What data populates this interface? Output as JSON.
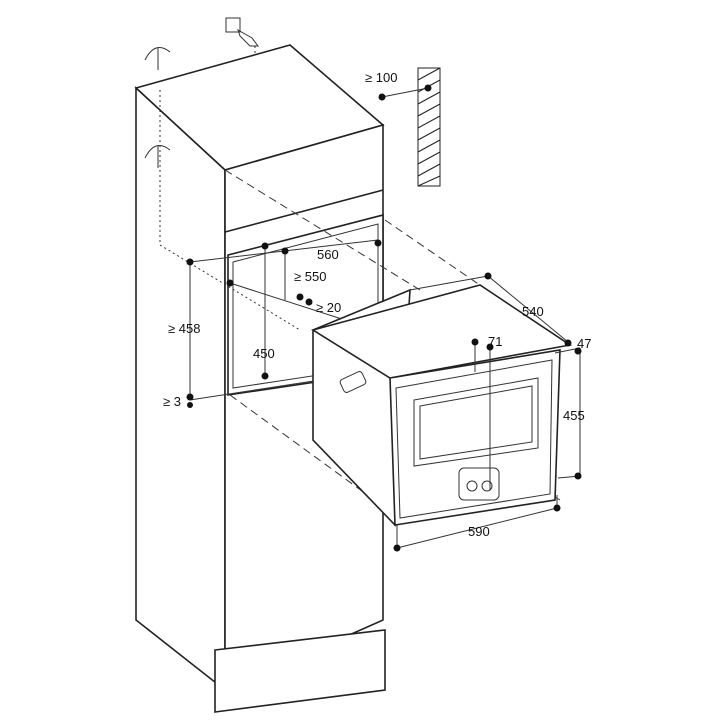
{
  "diagram": {
    "labels": {
      "wall_clearance": "≥ 100",
      "niche_width": "560",
      "niche_depth": "≥ 550",
      "back_gap": "≥ 20",
      "niche_height": "≥ 458",
      "inner_height": "450",
      "bottom_gap": "≥ 3",
      "appliance_depth": "540",
      "front_depth": "47",
      "control_offset": "71",
      "appliance_height": "455",
      "appliance_width": "590"
    }
  }
}
